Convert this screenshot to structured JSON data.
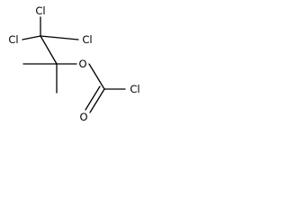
{
  "molecule": {
    "atoms": {
      "cl_top": "Cl",
      "cl_left": "Cl",
      "cl_right": "Cl",
      "o_ester": "O",
      "cl_acyl": "Cl",
      "o_carbonyl": "O"
    }
  }
}
